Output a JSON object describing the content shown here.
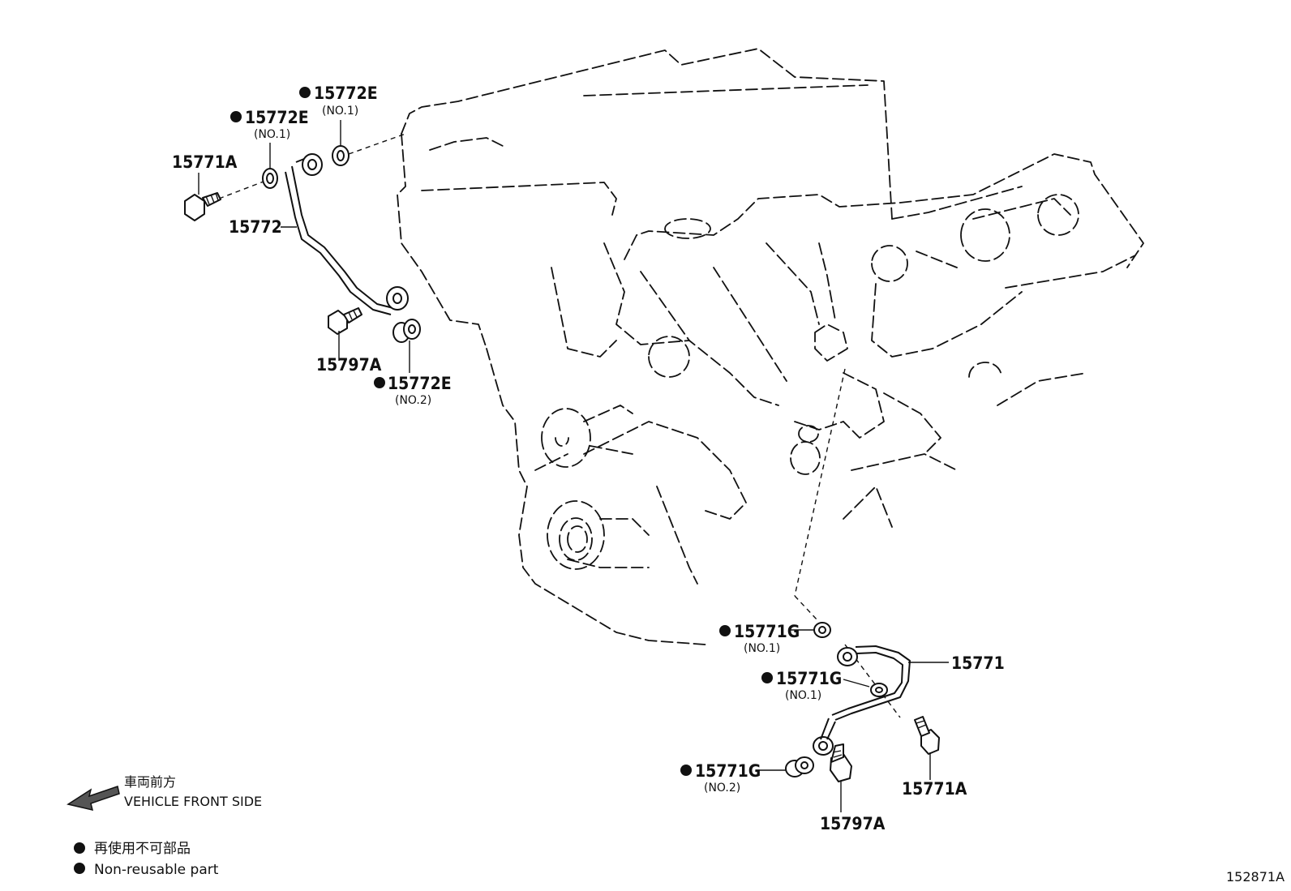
{
  "parts": {
    "p15771A_top": {
      "number": "15771A"
    },
    "p15772E_a": {
      "number": "15772E",
      "sub": "(NO.1)"
    },
    "p15772E_b": {
      "number": "15772E",
      "sub": "(NO.1)"
    },
    "p15772": {
      "number": "15772"
    },
    "p15797A_top": {
      "number": "15797A"
    },
    "p15772E_c": {
      "number": "15772E",
      "sub": "(NO.2)"
    },
    "p15771G_a": {
      "number": "15771G",
      "sub": "(NO.1)"
    },
    "p15771": {
      "number": "15771"
    },
    "p15771G_b": {
      "number": "15771G",
      "sub": "(NO.1)"
    },
    "p15771G_c": {
      "number": "15771G",
      "sub": "(NO.2)"
    },
    "p15771A_bot": {
      "number": "15771A"
    },
    "p15797A_bot": {
      "number": "15797A"
    }
  },
  "direction": {
    "jp": "車両前方",
    "en": "VEHICLE FRONT SIDE"
  },
  "legend": {
    "jp": "再使用不可部品",
    "en": "Non-reusable part"
  },
  "figure_id": "152871A"
}
